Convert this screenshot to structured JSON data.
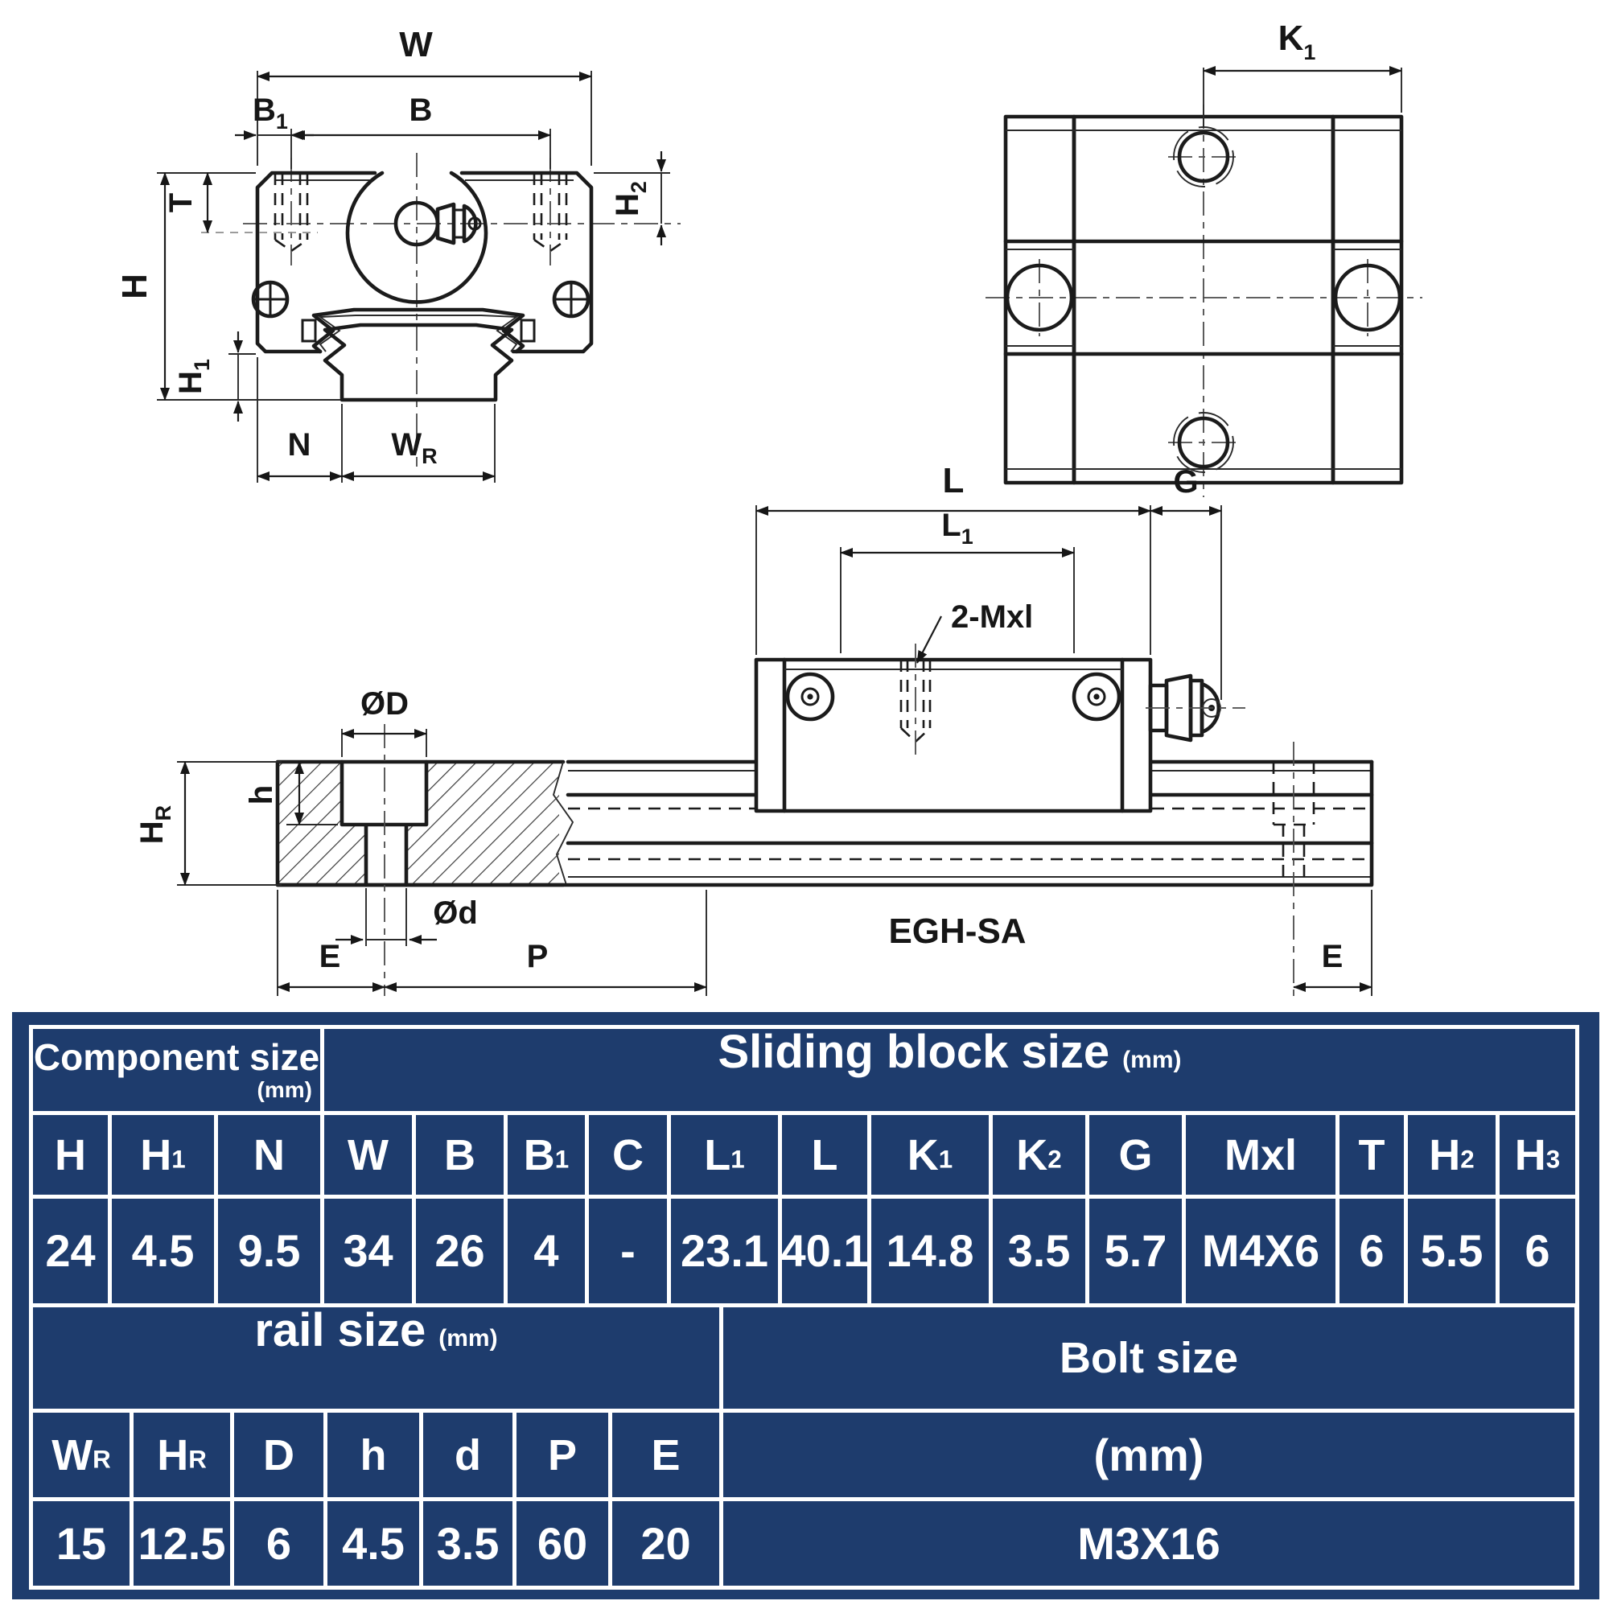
{
  "diagram": {
    "front_view": {
      "labels": {
        "W": "W",
        "B1": {
          "base": "B",
          "sub": "1"
        },
        "B": "B",
        "T": "T",
        "H": "H",
        "H1": {
          "base": "H",
          "sub": "1"
        },
        "H2": {
          "base": "H",
          "sub": "2"
        },
        "N": "N",
        "WR": {
          "base": "W",
          "sub": "R"
        }
      }
    },
    "top_view": {
      "labels": {
        "K1": {
          "base": "K",
          "sub": "1"
        }
      }
    },
    "side_view": {
      "labels": {
        "L": "L",
        "L1": {
          "base": "L",
          "sub": "1"
        },
        "G": "G",
        "thread_note": "2-Mxl",
        "OD": "ØD",
        "h": "h",
        "HR": {
          "base": "H",
          "sub": "R"
        },
        "Od": "Ød",
        "E_left": "E",
        "P": "P",
        "E_right": "E",
        "model": "EGH-SA"
      }
    }
  },
  "table": {
    "component_size": {
      "title": "Component size",
      "unit": "(mm)"
    },
    "sliding_block_size": {
      "title": "Sliding block size",
      "unit": "(mm)"
    },
    "rail_size": {
      "title": "rail size",
      "unit": "(mm)"
    },
    "bolt_size": {
      "title": "Bolt size",
      "unit": "(mm)",
      "value": "M3X16"
    },
    "top_columns": [
      {
        "base": "H",
        "sub": ""
      },
      {
        "base": "H",
        "sub": "1"
      },
      {
        "base": "N",
        "sub": ""
      },
      {
        "base": "W",
        "sub": ""
      },
      {
        "base": "B",
        "sub": ""
      },
      {
        "base": "B",
        "sub": "1"
      },
      {
        "base": "C",
        "sub": ""
      },
      {
        "base": "L",
        "sub": "1"
      },
      {
        "base": "L",
        "sub": ""
      },
      {
        "base": "K",
        "sub": "1"
      },
      {
        "base": "K",
        "sub": "2"
      },
      {
        "base": "G",
        "sub": ""
      },
      {
        "base": "Mxl",
        "sub": ""
      },
      {
        "base": "T",
        "sub": ""
      },
      {
        "base": "H",
        "sub": "2"
      },
      {
        "base": "H",
        "sub": "3"
      }
    ],
    "top_values": [
      "24",
      "4.5",
      "9.5",
      "34",
      "26",
      "4",
      "-",
      "23.1",
      "40.1",
      "14.8",
      "3.5",
      "5.7",
      "M4X6",
      "6",
      "5.5",
      "6"
    ],
    "bottom_columns": [
      {
        "base": "W",
        "sub": "R"
      },
      {
        "base": "H",
        "sub": "R"
      },
      {
        "base": "D",
        "sub": ""
      },
      {
        "base": "h",
        "sub": ""
      },
      {
        "base": "d",
        "sub": ""
      },
      {
        "base": "P",
        "sub": ""
      },
      {
        "base": "E",
        "sub": ""
      }
    ],
    "bottom_values": [
      "15",
      "12.5",
      "6",
      "4.5",
      "3.5",
      "60",
      "20"
    ]
  }
}
